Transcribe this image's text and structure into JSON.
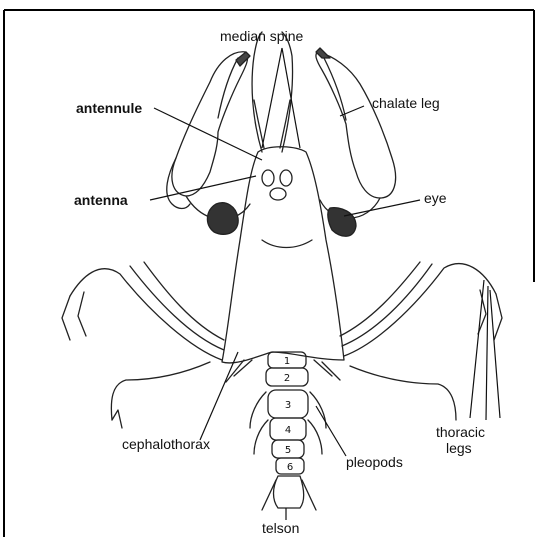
{
  "diagram": {
    "labels": {
      "median_spine": "median spine",
      "antennule": "antennule",
      "chelate_leg": "chalate leg",
      "antenna": "antenna",
      "eye": "eye",
      "cephalothorax": "cephalothorax",
      "pleopods": "pleopods",
      "thoracic_legs_line1": "thoracic",
      "thoracic_legs_line2": "legs",
      "telson": "telson"
    },
    "segments": [
      "1",
      "2",
      "3",
      "4",
      "5",
      "6"
    ]
  }
}
